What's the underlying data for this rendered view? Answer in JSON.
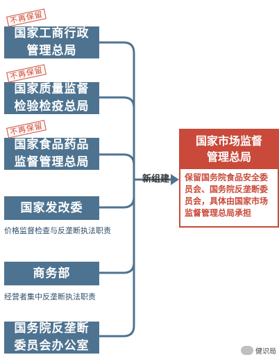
{
  "agencies": [
    {
      "lines": [
        "国家工商行政",
        "管理总局"
      ],
      "stamp": "不再保留"
    },
    {
      "lines": [
        "国家质量监督",
        "检验检疫总局"
      ],
      "stamp": "不再保留"
    },
    {
      "lines": [
        "国家食品药品",
        "监督管理总局"
      ],
      "stamp": "不再保留"
    },
    {
      "lines": [
        "国家发改委"
      ],
      "note": "价格监督检查与反垄断执法职责"
    },
    {
      "lines": [
        "商务部"
      ],
      "note": "经营者集中反垄断执法职责"
    },
    {
      "lines": [
        "国务院反垄断",
        "委员会办公室"
      ]
    }
  ],
  "rebuild_label": "新组建",
  "target": {
    "title_lines": [
      "国家市场监督",
      "管理总局"
    ],
    "body": "保留国务院食品安全委员会、国务院反垄断委员会，具体由国家市场监督管理总局承担"
  },
  "watermark": "健识局",
  "colors": {
    "agency": "#4e7390",
    "accent": "#c94a3a"
  }
}
